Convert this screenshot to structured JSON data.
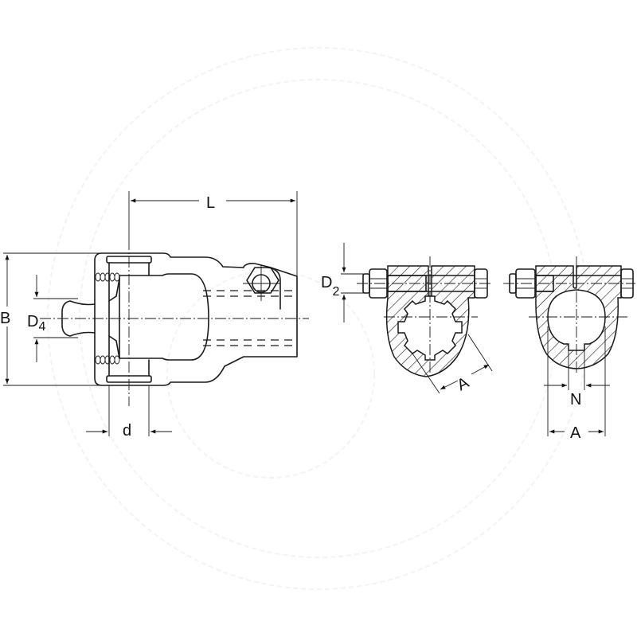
{
  "drawing": {
    "subject": "PTO yoke with clamp bolt",
    "views": [
      "side-view",
      "section-splined-bore",
      "section-round-bore-keyway"
    ],
    "line_color": "#1a1a1a",
    "background": "#ffffff"
  },
  "dimensions": {
    "L": {
      "label": "L"
    },
    "B": {
      "label": "B"
    },
    "D4": {
      "label": "D",
      "subscript": "4"
    },
    "d": {
      "label": "d"
    },
    "D2": {
      "label": "D",
      "subscript": "2"
    },
    "A_spline": {
      "label": "A"
    },
    "N": {
      "label": "N"
    },
    "A_keyway": {
      "label": "A"
    }
  }
}
